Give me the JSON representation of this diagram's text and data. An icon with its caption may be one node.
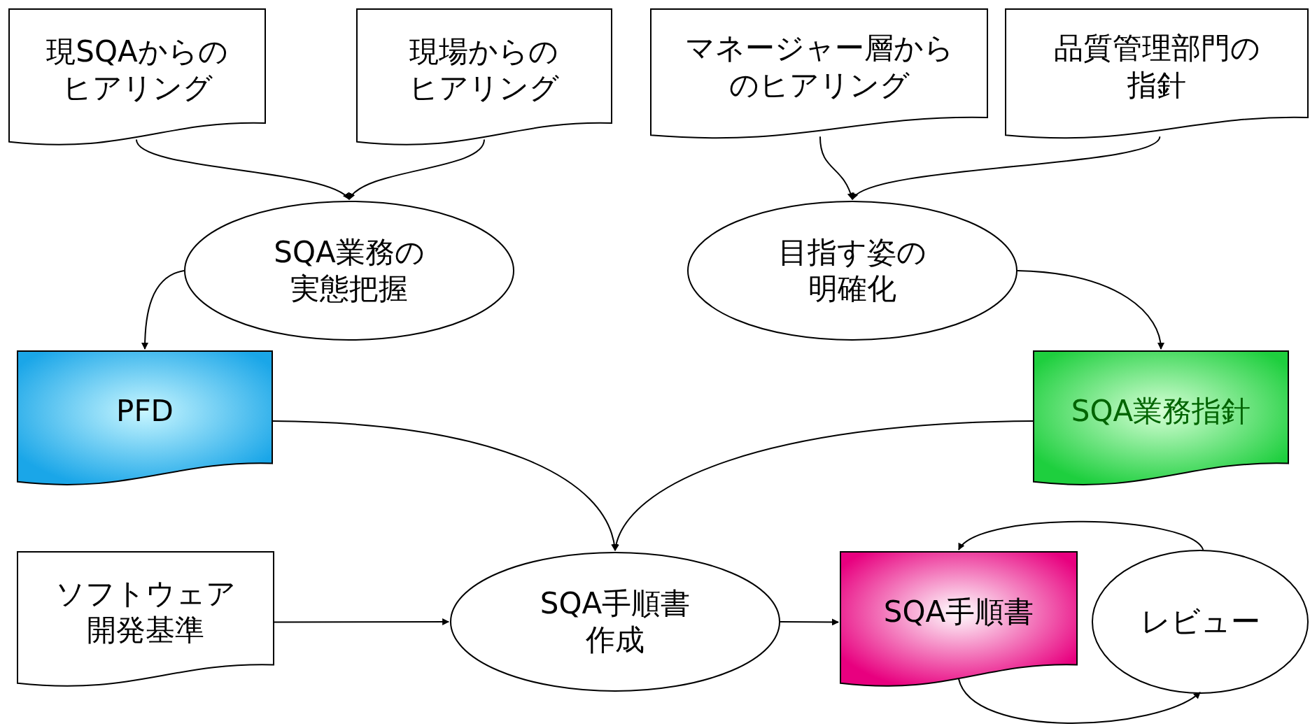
{
  "diagram": {
    "nodes": [
      {
        "text": [
          "現SQAからのヒアリング"
        ]
      },
      {
        "text": [
          "現場からのヒアリング"
        ]
      },
      {
        "text": [
          "マネージャー層からのヒアリング"
        ]
      },
      {
        "text": [
          "品質管理部門の指針"
        ]
      },
      {
        "text": [
          "SQA業務の実態把握"
        ]
      },
      {
        "text": [
          "目指す姿の明確化"
        ]
      },
      {
        "text": [
          "PFD"
        ]
      },
      {
        "text": [
          "SQA業務指針"
        ]
      },
      {
        "text": [
          "ソフトウェア開発基準"
        ]
      },
      {
        "text": [
          "SQA手順書作成"
        ]
      },
      {
        "text": [
          "SQA手順書"
        ]
      },
      {
        "text": [
          "レビュー"
        ]
      }
    ],
    "edges": [
      {
        "from": 0,
        "to": 4,
        "arrow": "to"
      },
      {
        "from": 1,
        "to": 4,
        "arrow": "to"
      },
      {
        "from": 2,
        "to": 5,
        "arrow": "to"
      },
      {
        "from": 3,
        "to": 5,
        "arrow": "to"
      },
      {
        "from": 4,
        "to": 6,
        "arrow": "to"
      },
      {
        "from": 5,
        "to": 7,
        "arrow": "to"
      },
      {
        "from": 6,
        "to": 9,
        "arrow": "to"
      },
      {
        "from": 7,
        "to": 9,
        "arrow": "to"
      },
      {
        "from": 8,
        "to": 9,
        "arrow": "to"
      },
      {
        "from": 9,
        "to": 10,
        "arrow": "to"
      },
      {
        "from": 11,
        "to": 10,
        "arrow": "to"
      },
      {
        "from": 10,
        "to": 11,
        "arrow": "to"
      }
    ]
  }
}
